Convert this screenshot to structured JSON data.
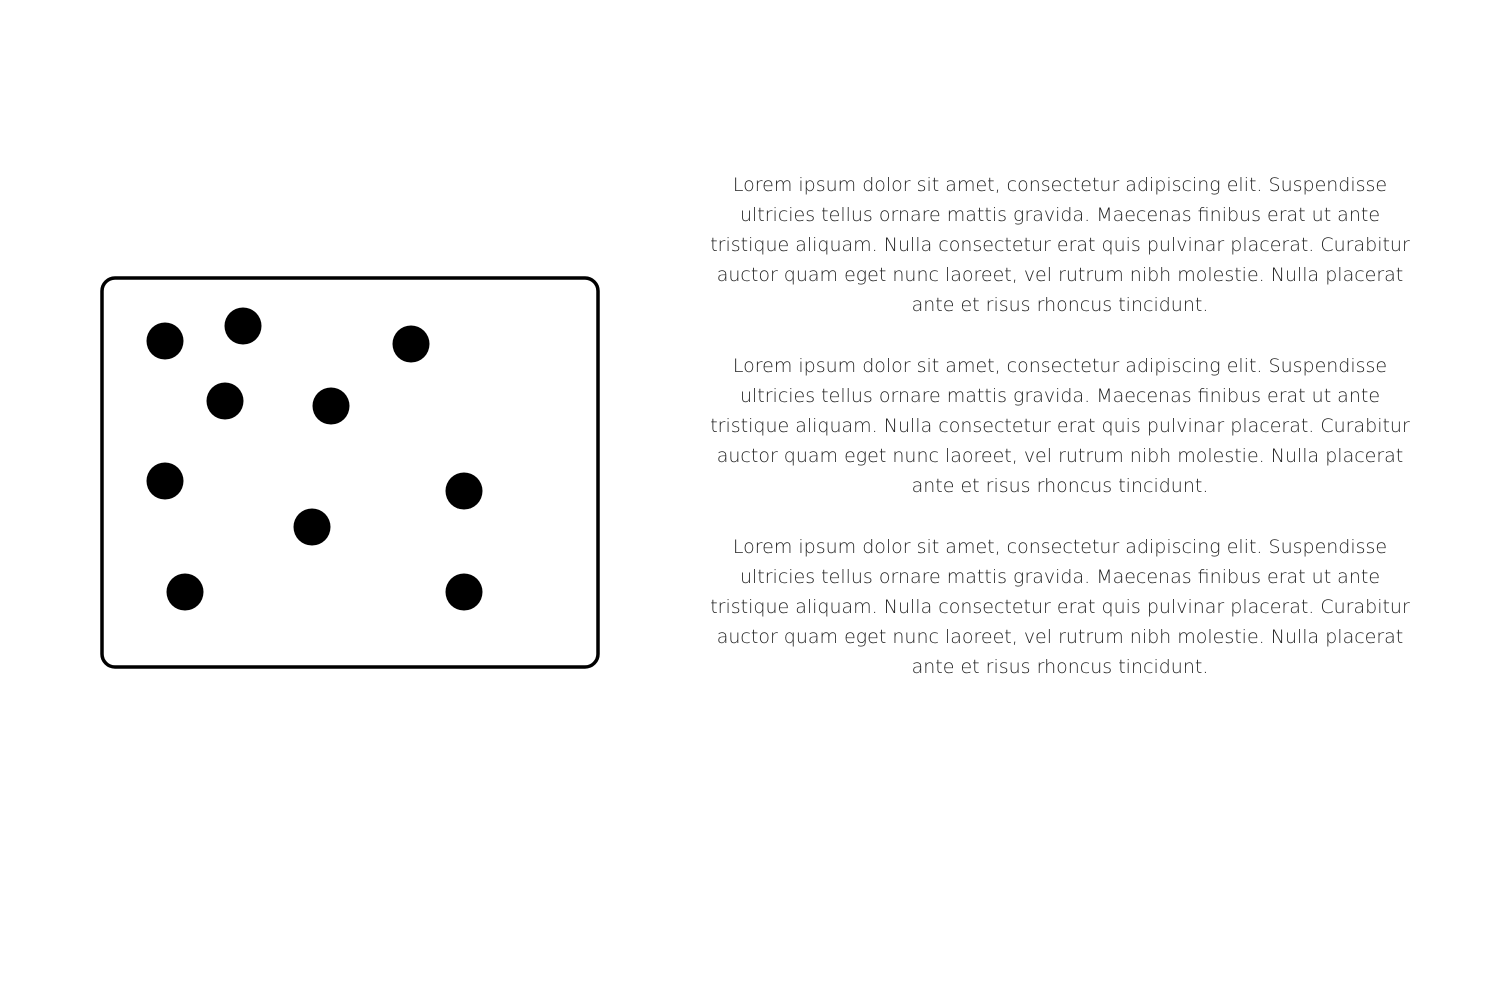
{
  "paragraphs": [
    "Lorem ipsum dolor sit amet, consectetur adipiscing elit. Suspendisse ultricies tellus ornare mattis gravida. Maecenas finibus erat ut ante tristique aliquam. Nulla consectetur erat quis pulvinar placerat. Curabitur auctor quam eget nunc laoreet, vel rutrum nibh molestie. Nulla placerat ante et risus rhoncus tincidunt.",
    "Lorem ipsum dolor sit amet, consectetur adipiscing elit. Suspendisse ultricies tellus ornare mattis gravida. Maecenas finibus erat ut ante tristique aliquam. Nulla consectetur erat quis pulvinar placerat. Curabitur auctor quam eget nunc laoreet, vel rutrum nibh molestie. Nulla placerat ante et risus rhoncus tincidunt.",
    "Lorem ipsum dolor sit amet, consectetur adipiscing elit. Suspendisse ultricies tellus ornare mattis gravida. Maecenas finibus erat ut ante tristique aliquam. Nulla consectetur erat quis pulvinar placerat. Curabitur auctor quam eget nunc laoreet, vel rutrum nibh molestie. Nulla placerat ante et risus rhoncus tincidunt."
  ],
  "colors": {
    "dot": "#000000",
    "border": "#000000",
    "text": "#222222"
  }
}
